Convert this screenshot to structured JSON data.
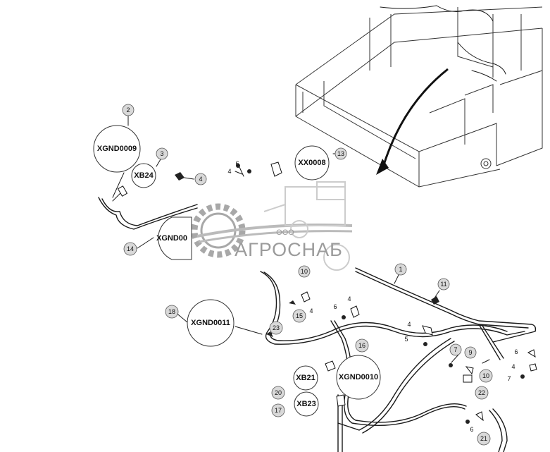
{
  "labels": {
    "xgnd0009": "XGND0009",
    "xb24": "XB24",
    "xgnd_partial": "XGND00",
    "xx0008": "XX0008",
    "xgnd0011": "XGND0011",
    "xb21": "XB21",
    "xgnd0010": "XGND0010",
    "xb23": "XB23"
  },
  "numbers": {
    "n1": "1",
    "n2": "2",
    "n3": "3",
    "n4a": "4",
    "n4b": "4",
    "n4c": "4",
    "n4d": "4",
    "n4e": "4",
    "n4f": "4",
    "n5": "5",
    "n6a": "6",
    "n6b": "6",
    "n6c": "6",
    "n6d": "6",
    "n7a": "7",
    "n7b": "7",
    "n9": "9",
    "n10a": "10",
    "n10b": "10",
    "n11": "11",
    "n13": "13",
    "n14": "14",
    "n15": "15",
    "n16": "16",
    "n17": "17",
    "n18": "18",
    "n20": "20",
    "n21": "21",
    "n22": "22",
    "n23": "23"
  },
  "watermark": {
    "prefix": "ООО",
    "name": "АГРОСНАБ"
  }
}
